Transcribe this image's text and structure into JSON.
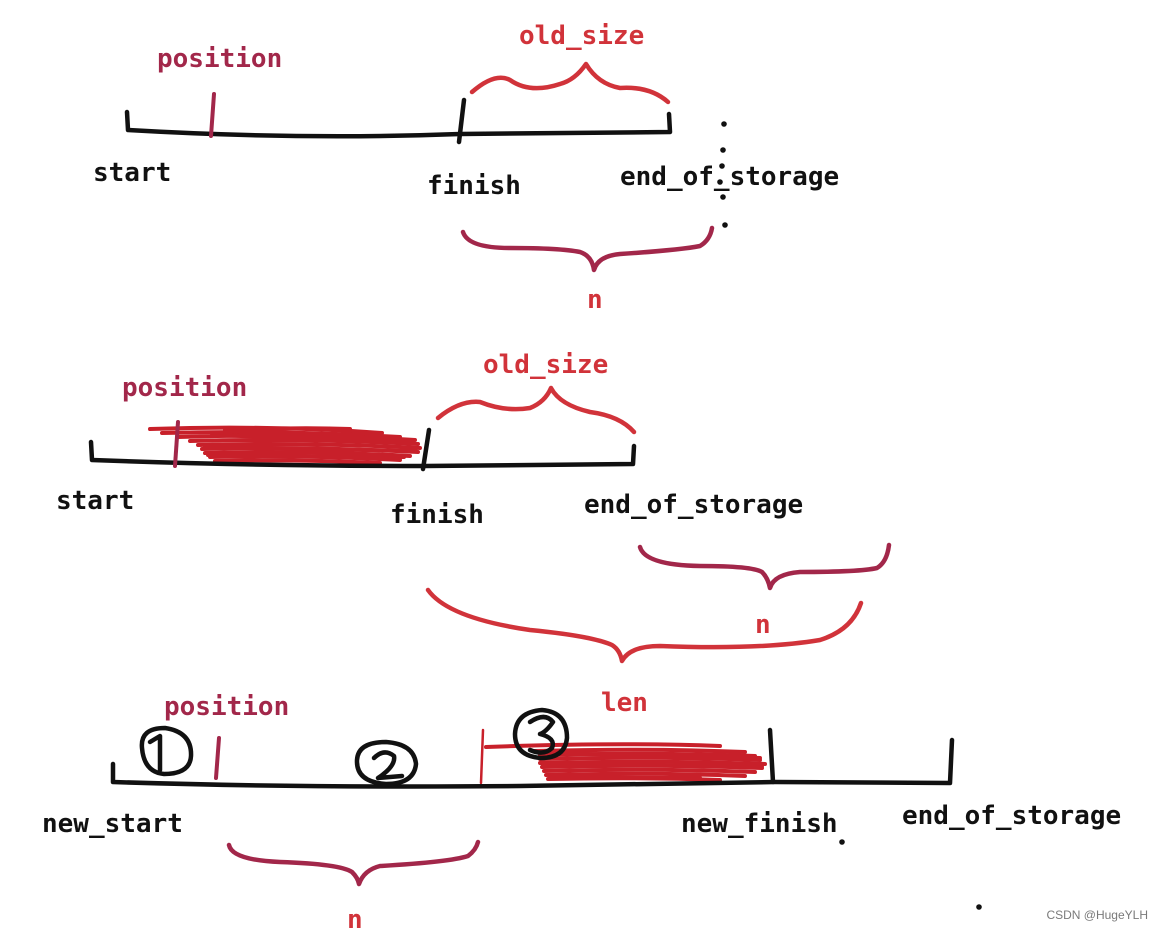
{
  "colors": {
    "ink_black": "#111111",
    "ink_red": "#d1333a",
    "ink_magenta": "#a2274a",
    "ink_fill_red": "#c8202a"
  },
  "panel1": {
    "position_label": "position",
    "old_size_label": "old_size",
    "start_label": "start",
    "finish_label": "finish",
    "end_label": "end_of_storage",
    "n_label": "n"
  },
  "panel2": {
    "position_label": "position",
    "old_size_label": "old_size",
    "start_label": "start",
    "finish_label": "finish",
    "end_label": "end_of_storage",
    "n_label": "n",
    "len_label": "len"
  },
  "panel3": {
    "position_label": "position",
    "new_start_label": "new_start",
    "new_finish_label": "new_finish",
    "end_label": "end_of_storage",
    "n_label": "n",
    "step_markers": [
      "1",
      "2",
      "3"
    ]
  },
  "watermark": "CSDN @HugeYLH"
}
